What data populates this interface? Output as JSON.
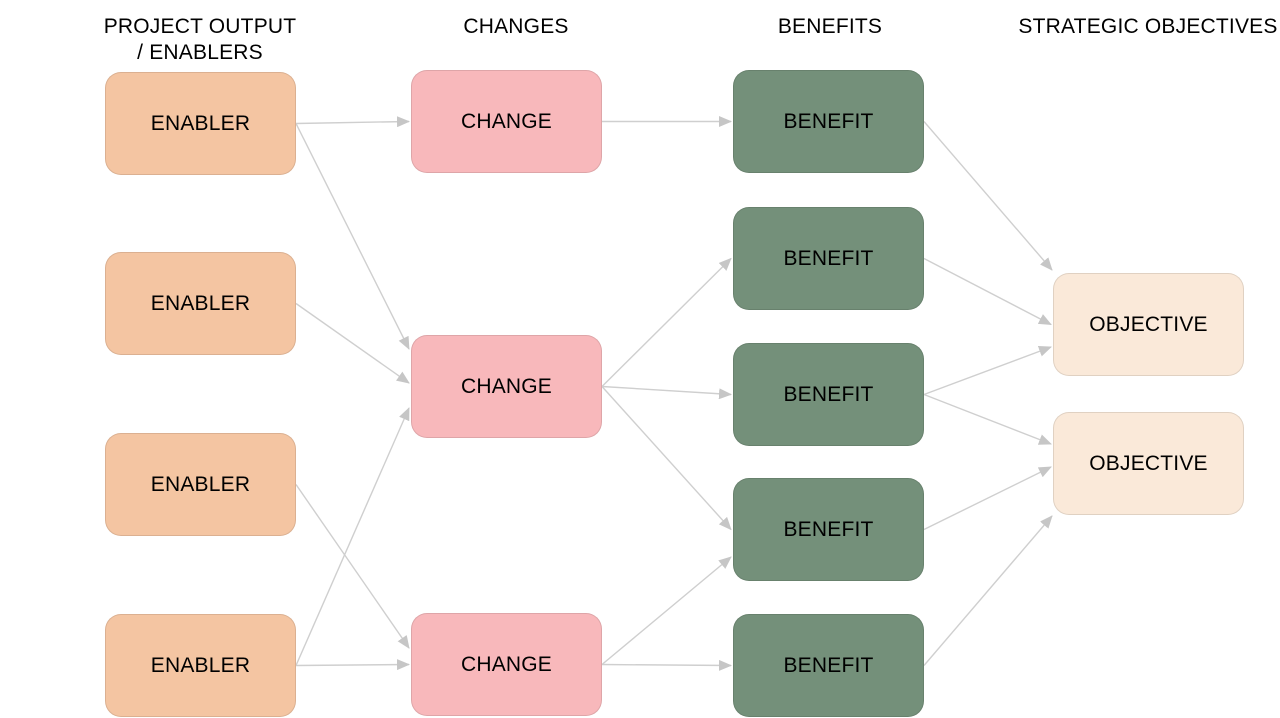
{
  "diagram": {
    "kind": "benefits-dependency-map",
    "columns": [
      {
        "id": "enablers",
        "header": "PROJECT OUTPUT\n/ ENABLERS"
      },
      {
        "id": "changes",
        "header": "CHANGES"
      },
      {
        "id": "benefits",
        "header": "BENEFITS"
      },
      {
        "id": "objectives",
        "header": "STRATEGIC OBJECTIVES"
      }
    ],
    "nodes": [
      {
        "id": "E1",
        "type": "enabler",
        "label": "ENABLER"
      },
      {
        "id": "E2",
        "type": "enabler",
        "label": "ENABLER"
      },
      {
        "id": "E3",
        "type": "enabler",
        "label": "ENABLER"
      },
      {
        "id": "E4",
        "type": "enabler",
        "label": "ENABLER"
      },
      {
        "id": "C1",
        "type": "change",
        "label": "CHANGE"
      },
      {
        "id": "C2",
        "type": "change",
        "label": "CHANGE"
      },
      {
        "id": "C3",
        "type": "change",
        "label": "CHANGE"
      },
      {
        "id": "B1",
        "type": "benefit",
        "label": "BENEFIT"
      },
      {
        "id": "B2",
        "type": "benefit",
        "label": "BENEFIT"
      },
      {
        "id": "B3",
        "type": "benefit",
        "label": "BENEFIT"
      },
      {
        "id": "B4",
        "type": "benefit",
        "label": "BENEFIT"
      },
      {
        "id": "B5",
        "type": "benefit",
        "label": "BENEFIT"
      },
      {
        "id": "O1",
        "type": "objective",
        "label": "OBJECTIVE"
      },
      {
        "id": "O2",
        "type": "objective",
        "label": "OBJECTIVE"
      }
    ],
    "edges": [
      [
        "E1",
        "C1"
      ],
      [
        "E1",
        "C2"
      ],
      [
        "E2",
        "C2"
      ],
      [
        "E4",
        "C2"
      ],
      [
        "E3",
        "C3"
      ],
      [
        "E4",
        "C3"
      ],
      [
        "C1",
        "B1"
      ],
      [
        "C2",
        "B2"
      ],
      [
        "C2",
        "B3"
      ],
      [
        "C2",
        "B4"
      ],
      [
        "C3",
        "B4"
      ],
      [
        "C3",
        "B5"
      ],
      [
        "B1",
        "O1"
      ],
      [
        "B2",
        "O1"
      ],
      [
        "B3",
        "O1"
      ],
      [
        "B3",
        "O2"
      ],
      [
        "B4",
        "O2"
      ],
      [
        "B5",
        "O2"
      ]
    ],
    "colors": {
      "enabler": "#F4C5A2",
      "change": "#F8B8BB",
      "benefit": "#74907A",
      "objective": "#FAE9D9",
      "connector": "#CFCFCF",
      "arrowhead": "#C6C6C6",
      "text": "#000000",
      "background": "#FFFFFF"
    }
  }
}
